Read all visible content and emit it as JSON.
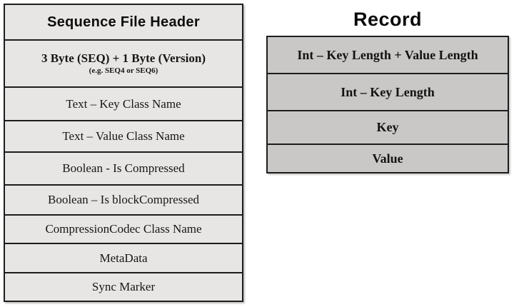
{
  "left_table": {
    "title": "Sequence File Header",
    "fill": "#e7e6e4",
    "border": "#1d1d1d",
    "rows": [
      {
        "label": "3 Byte (SEQ) + 1 Byte (Version)",
        "sublabel": "(e.g. SEQ4 or SEQ6)"
      },
      {
        "label": "Text – Key Class Name"
      },
      {
        "label": "Text – Value Class Name"
      },
      {
        "label": "Boolean - Is Compressed"
      },
      {
        "label": "Boolean – Is blockCompressed"
      },
      {
        "label": "CompressionCodec Class Name"
      },
      {
        "label": "MetaData"
      },
      {
        "label": "Sync Marker"
      }
    ]
  },
  "right_table": {
    "title": "Record",
    "fill": "#c9c8c6",
    "border": "#1d1d1d",
    "rows": [
      {
        "label": "Int – Key Length + Value Length"
      },
      {
        "label": "Int – Key Length"
      },
      {
        "label": "Key"
      },
      {
        "label": "Value"
      }
    ]
  }
}
